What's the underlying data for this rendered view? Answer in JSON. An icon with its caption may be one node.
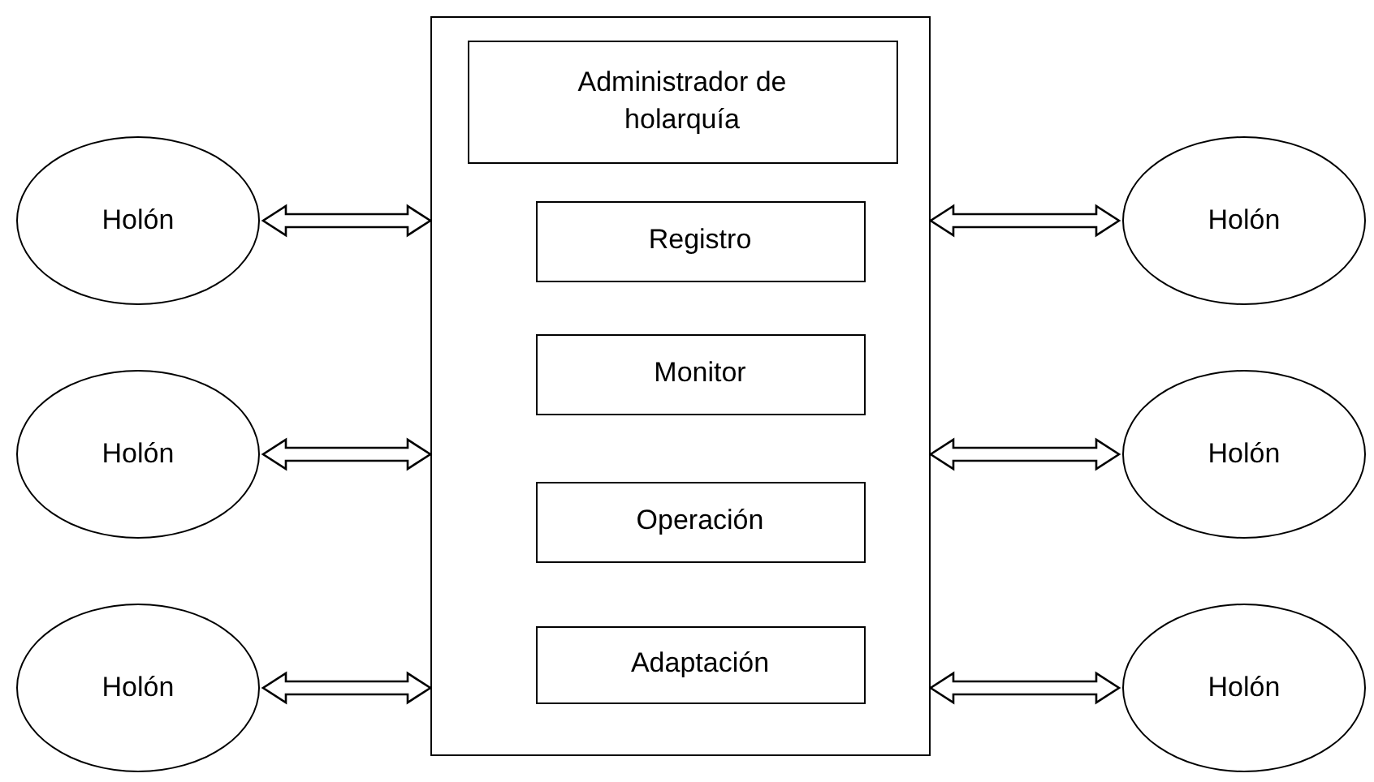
{
  "diagram": {
    "nodes": [
      {
        "text": [],
        "shape": "box"
      },
      {
        "text": [
          "Administrador de holarquía"
        ],
        "in": 0
      },
      {
        "text": [
          "Registro"
        ],
        "in": 0
      },
      {
        "text": [
          "Monitor"
        ],
        "in": 0
      },
      {
        "text": [
          "Operación"
        ],
        "in": 0
      },
      {
        "text": [
          "Adaptación"
        ],
        "in": 0
      },
      {
        "text": [
          "Holón"
        ]
      },
      {
        "text": [
          "Holón"
        ]
      },
      {
        "text": [
          "Holón"
        ]
      },
      {
        "text": [
          "Holón"
        ]
      },
      {
        "text": [
          "Holón"
        ]
      },
      {
        "text": [
          "Holón"
        ]
      }
    ],
    "edges": [
      {
        "from": 6,
        "to": 0,
        "arrow": "both"
      },
      {
        "from": 7,
        "to": 0,
        "arrow": "both"
      },
      {
        "from": 8,
        "to": 0,
        "arrow": "both"
      },
      {
        "from": 9,
        "to": 0,
        "arrow": "both"
      },
      {
        "from": 10,
        "to": 0,
        "arrow": "both"
      },
      {
        "from": 11,
        "to": 0,
        "arrow": "both"
      }
    ]
  }
}
